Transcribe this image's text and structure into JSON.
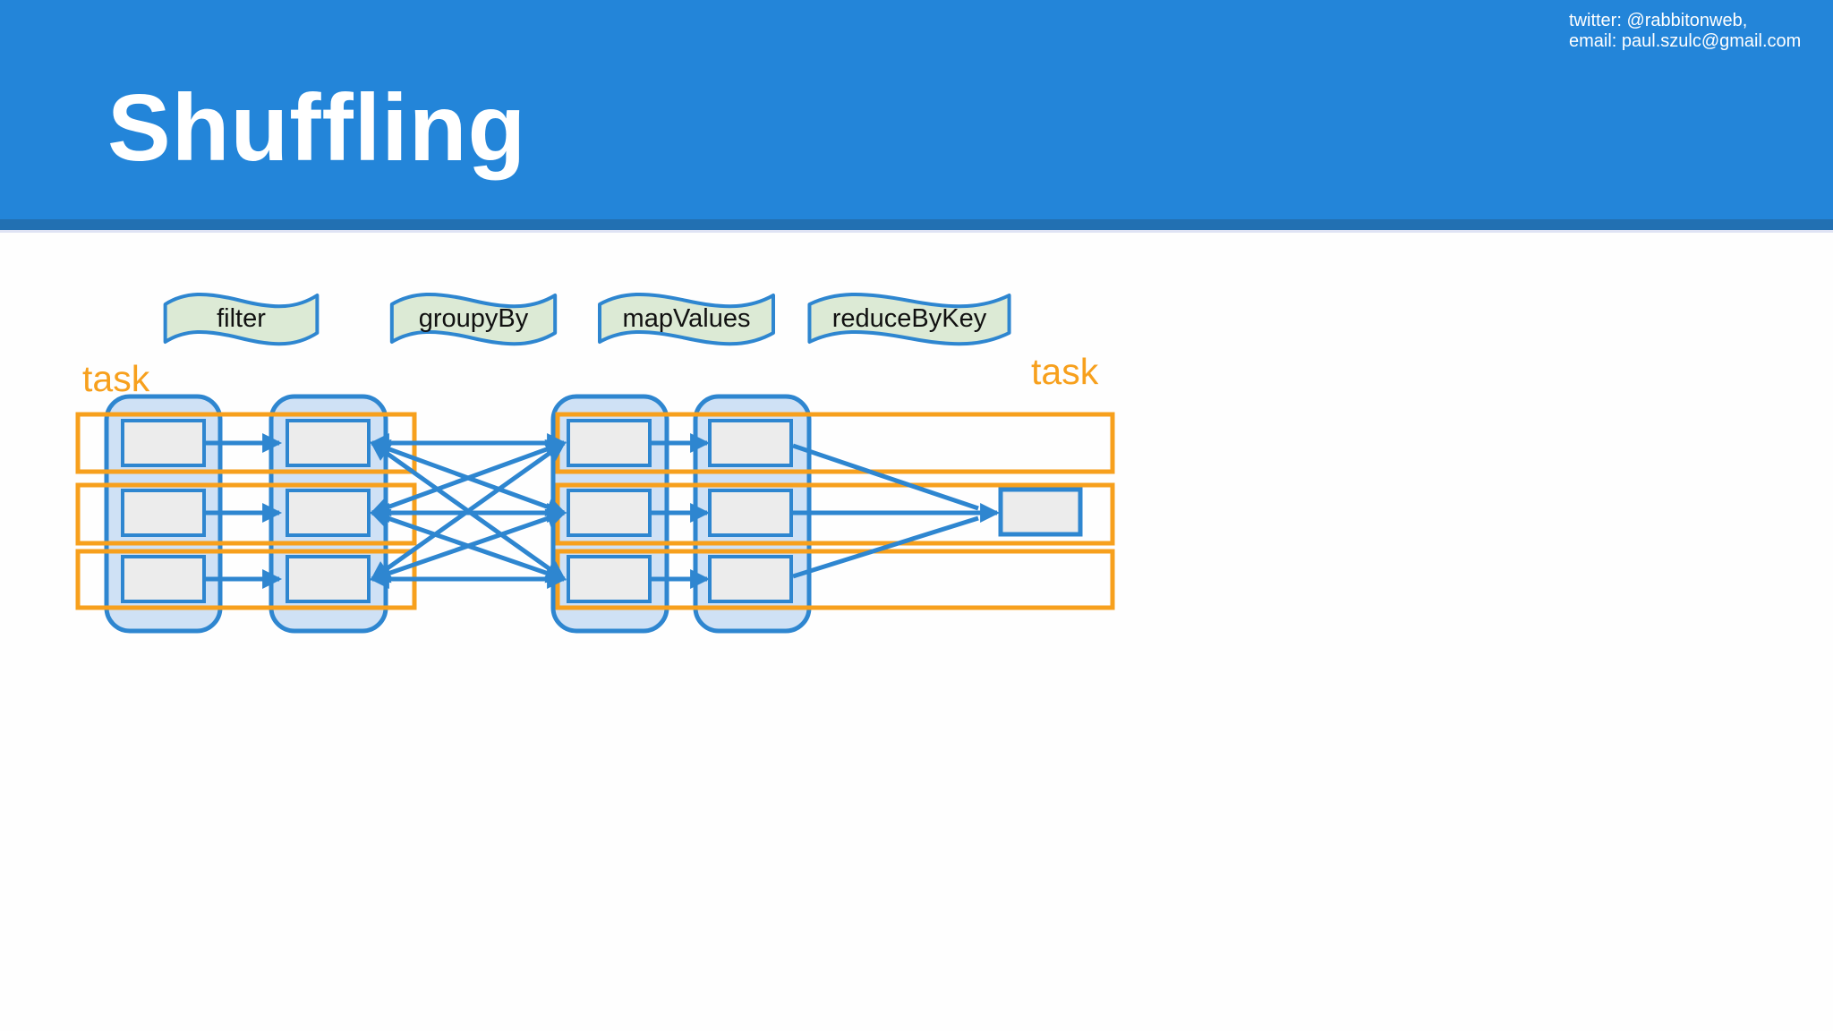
{
  "slide": {
    "title": "Shuffling",
    "contact": {
      "line1": "twitter: @rabbitonweb,",
      "line2": "email: paul.szulc@gmail.com"
    }
  },
  "operations": [
    {
      "label": "filter"
    },
    {
      "label": "groupyBy"
    },
    {
      "label": "mapValues"
    },
    {
      "label": "reduceByKey"
    }
  ],
  "diagram": {
    "left_task_label": "task",
    "right_task_label": "task",
    "stage1": {
      "rdd_columns": 2,
      "partitions_per_column": 3,
      "task_rows": 3
    },
    "stage2": {
      "rdd_columns": 2,
      "partitions_per_column": 3,
      "task_rows": 3
    },
    "shuffle_connections": "all-to-all 3x3 between stage1 and stage2",
    "final_result_boxes": 1
  },
  "colors": {
    "header_blue": "#2385d9",
    "header_stripe_blue": "#2270b2",
    "accent_blue": "#2e86d0",
    "column_fill": "#cfe1f5",
    "partition_box_fill": "#ececec",
    "task_orange": "#f7a01d",
    "operation_fill": "#dcead5",
    "title_text": "#ffffff",
    "operation_text": "#111111"
  }
}
